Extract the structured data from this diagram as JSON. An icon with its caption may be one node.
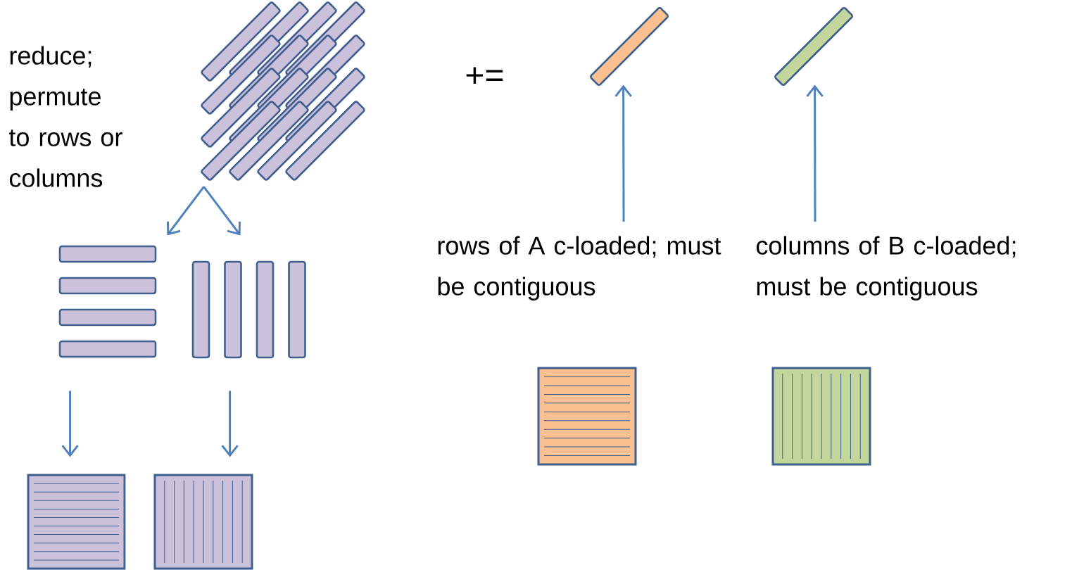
{
  "diagram": {
    "nodes": [
      {
        "text": [],
        "shape": "picture"
      },
      {
        "text": [],
        "shape": "bar"
      },
      {
        "text": [],
        "shape": "bar"
      },
      {
        "text": [],
        "shape": "bar"
      },
      {
        "text": [],
        "shape": "bar"
      },
      {
        "text": [
          "rows of A c-loaded; must be contiguous"
        ]
      },
      {
        "text": [
          "columns of B c-loaded; must be contiguous"
        ]
      },
      {
        "text": [],
        "shape": "box"
      },
      {
        "text": [],
        "shape": "box"
      },
      {
        "text": [],
        "shape": "box"
      },
      {
        "text": [],
        "shape": "box"
      }
    ],
    "edges": [
      {
        "from": 0,
        "to": 1,
        "arrow": "to"
      },
      {
        "from": 0,
        "to": 2,
        "arrow": "to"
      },
      {
        "from": 1,
        "to": 7,
        "arrow": "to"
      },
      {
        "from": 2,
        "to": 8,
        "arrow": "to"
      },
      {
        "from": 5,
        "to": 3,
        "arrow": "to"
      },
      {
        "from": 6,
        "to": 4,
        "arrow": "to"
      }
    ],
    "labels": [
      "reduce; permute to rows or columns",
      "+="
    ]
  }
}
